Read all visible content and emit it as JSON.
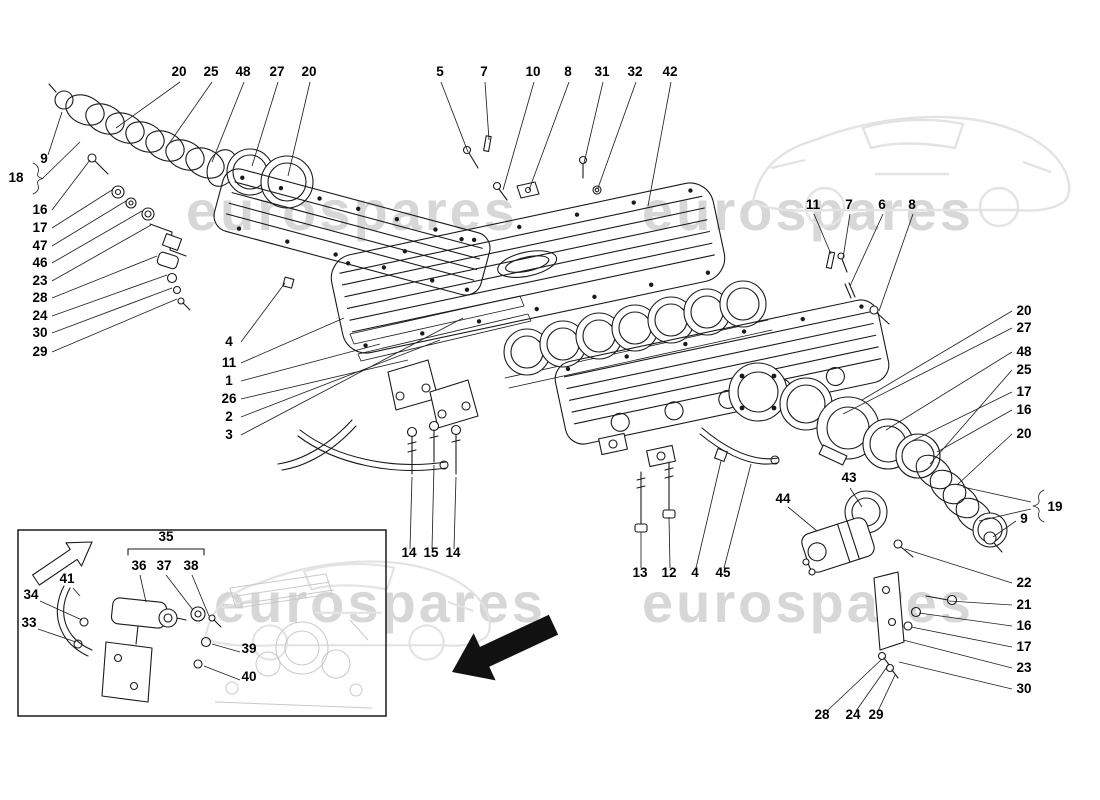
{
  "watermark": {
    "text": "eurospares"
  },
  "colors": {
    "line": "#1a1a1a",
    "watermark": "#d7d7d7",
    "ghost_car": "#e3e3e3",
    "arrow": "#111111"
  },
  "callouts": {
    "hose_left_top": [
      "20",
      "25",
      "48",
      "27",
      "20"
    ],
    "plenum_top": [
      "5",
      "7",
      "10",
      "8",
      "31",
      "32",
      "42"
    ],
    "right_manifold_top": [
      "11",
      "7",
      "6",
      "8"
    ],
    "left_column": [
      "9",
      "18",
      "16",
      "17",
      "47",
      "46",
      "23",
      "28",
      "24",
      "30",
      "29"
    ],
    "center_left": [
      "4",
      "11",
      "1",
      "26",
      "2",
      "3"
    ],
    "right_column_upper": [
      "20",
      "27",
      "48",
      "25",
      "17",
      "16",
      "20"
    ],
    "right_bracket_label": "19",
    "right_sensor_label": "9",
    "right_column_lower": [
      "22",
      "21",
      "16",
      "17",
      "23",
      "30"
    ],
    "bottom_bracket_bolts": [
      "14",
      "15",
      "14"
    ],
    "bottom_middle": [
      "13",
      "12",
      "4",
      "45"
    ],
    "throttle_area": [
      "44",
      "43"
    ],
    "bottom_right_row": [
      "28",
      "24",
      "29"
    ],
    "inset": {
      "group_label": "35",
      "under_brace": [
        "36",
        "37",
        "38"
      ],
      "left_side": [
        "41",
        "34",
        "33"
      ],
      "right_side": [
        "39",
        "40"
      ]
    }
  }
}
